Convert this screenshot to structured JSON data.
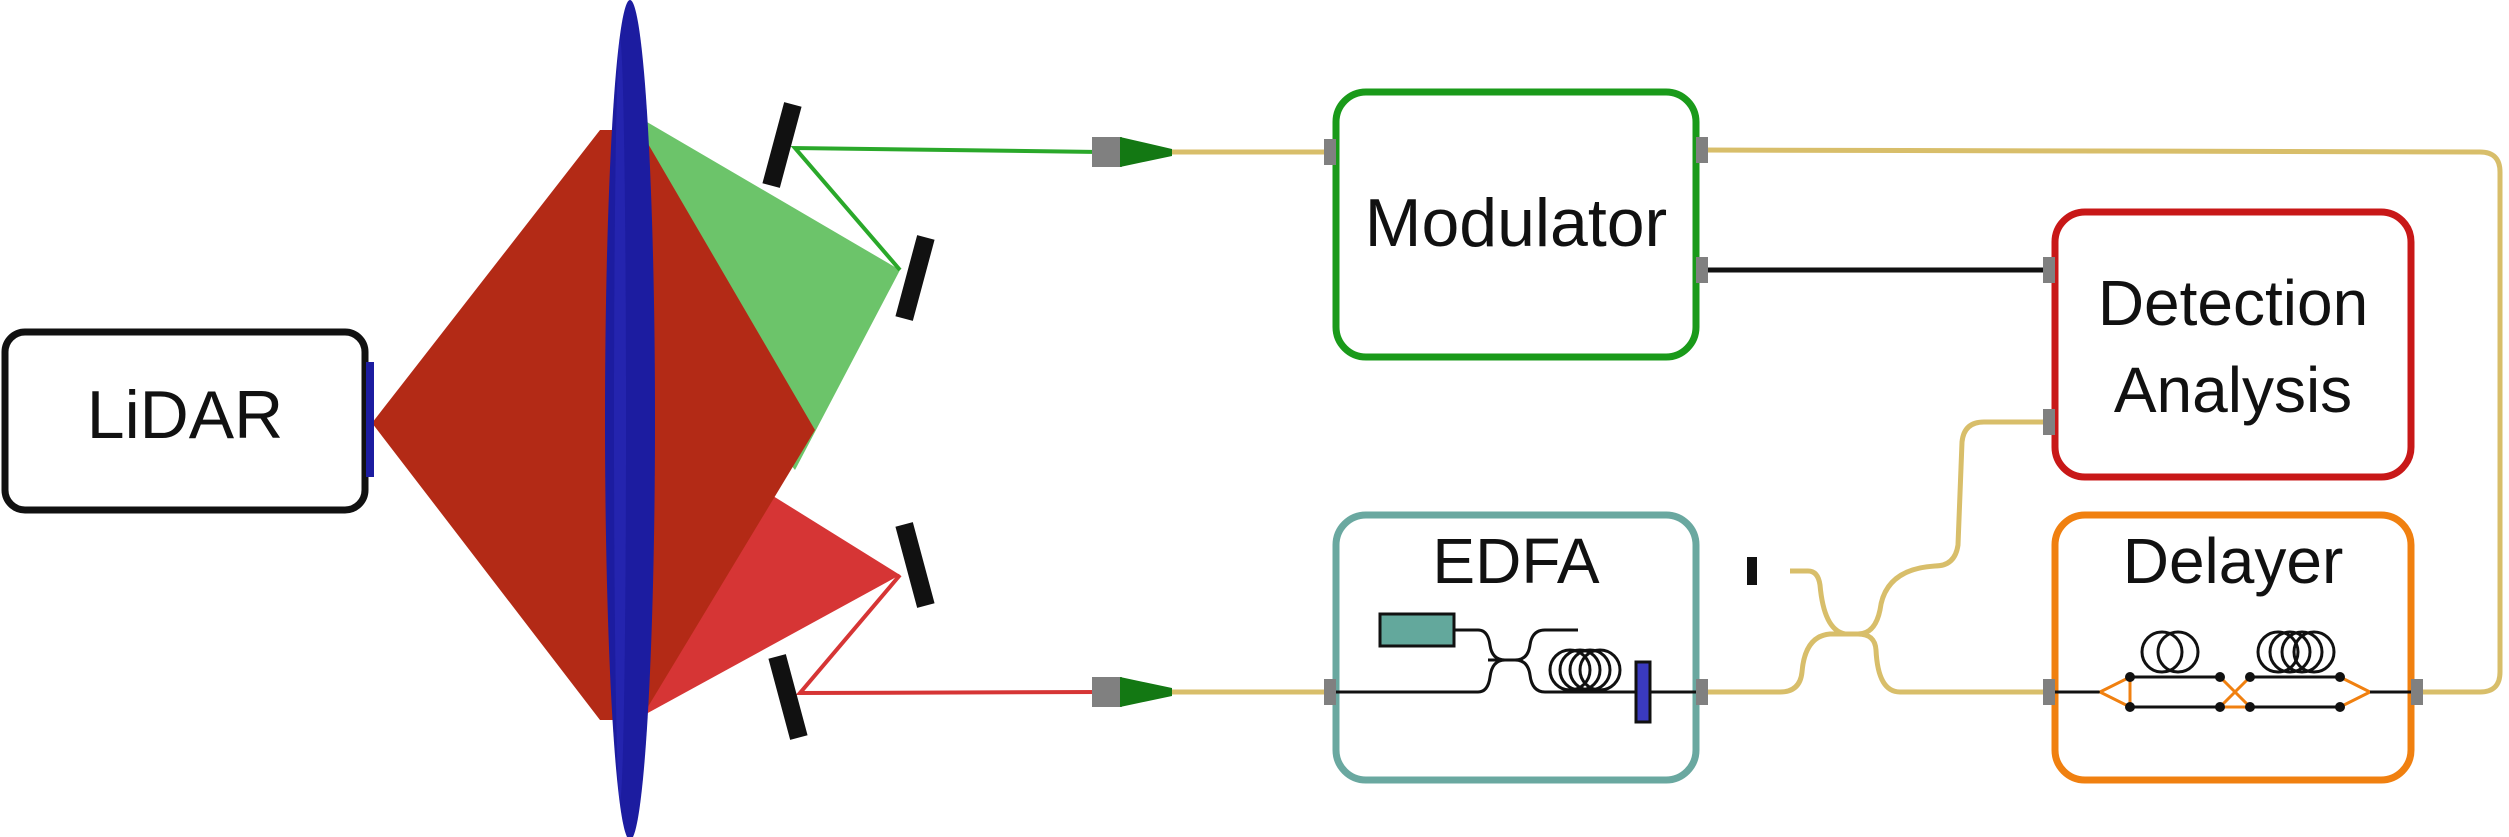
{
  "blocks": {
    "lidar": {
      "label": "LiDAR",
      "color": "#111111"
    },
    "modulator": {
      "label": "Modulator",
      "color": "#1a9a1a"
    },
    "detection": {
      "line1": "Detection",
      "line2": "Analysis",
      "color": "#c81818"
    },
    "edfa": {
      "label": "EDFA",
      "color": "#6aa8a0"
    },
    "delayer": {
      "label": "Delayer",
      "color": "#f08010"
    }
  },
  "colors": {
    "fiber": "#d8be6a",
    "lens": "#1c1ca0",
    "beam_dark_red": "#b32a16",
    "beam_red": "#d63535",
    "beam_green": "#6cc46a",
    "mirror": "#111111",
    "connector": "#808080",
    "collimator": "#137813",
    "electrical": "#111111",
    "amplifier_chip": "#63a89c",
    "isolator": "#3a3ac0"
  }
}
